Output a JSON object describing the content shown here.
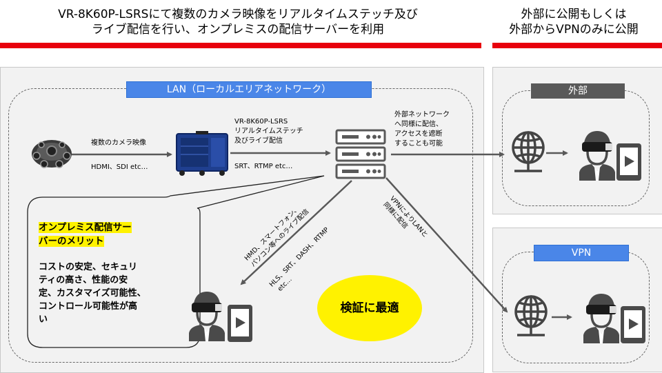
{
  "header": {
    "left_line1": "VR-8K60P-LSRSにて複数のカメラ映像をリアルタイムステッチ及び",
    "left_line2": "ライブ配信を行い、オンプレミスの配信サーバーを利用",
    "right_line1": "外部に公開もしくは",
    "right_line2": "外部からVPNのみに公開"
  },
  "lan_label": "LAN（ローカルエリアネットワーク）",
  "flow": {
    "camera_label": "複数のカメラ映像",
    "camera_signal": "HDMI、SDI etc…",
    "stitch_l1": "VR-8K60P-LSRS",
    "stitch_l2": "リアルタイムステッチ",
    "stitch_l3": "及びライブ配信",
    "stitch_protocol": "SRT、RTMP etc…",
    "external_l1": "外部ネットワーク",
    "external_l2": "へ同様に配信、",
    "external_l3": "アクセスを遮断",
    "external_l4": "することも可能",
    "lan_deliver_l1": "HMD、スマートフォン、",
    "lan_deliver_l2": "パソコン等へのライブ配信",
    "lan_protocol_l1": "HLS、SRT、DASH、RTMP",
    "lan_protocol_l2": "etc…",
    "vpn_l1": "VPNによりLANと",
    "vpn_l2": "同様に配信"
  },
  "merit": {
    "title_l1": "オンプレミス配信サー",
    "title_l2": "バーのメリット",
    "body_l1": "コストの安定、セキュリ",
    "body_l2": "ティの高さ、性能の安",
    "body_l3": "定、カスタマイズ可能性、",
    "body_l4": "コントロール可能性が高",
    "body_l5": "い"
  },
  "badge": "検証に最適",
  "external_panel_label": "外部",
  "vpn_panel_label": "VPN",
  "colors": {
    "red": "#e8000d",
    "blue": "#4a86e8",
    "yellow": "#fff200",
    "panel_gray": "#f2f2f2",
    "dark_gray": "#595959"
  }
}
